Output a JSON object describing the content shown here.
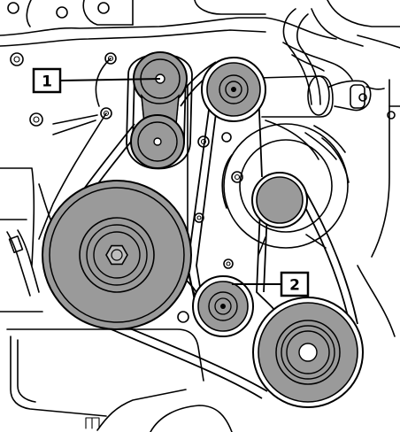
{
  "callouts": [
    {
      "id": 1,
      "label": "1"
    },
    {
      "id": 2,
      "label": "2"
    }
  ],
  "colors": {
    "pulley_fill": "#9a9a9a",
    "pulley_dark": "#6e6e6e",
    "line": "#000000",
    "background": "#ffffff"
  }
}
